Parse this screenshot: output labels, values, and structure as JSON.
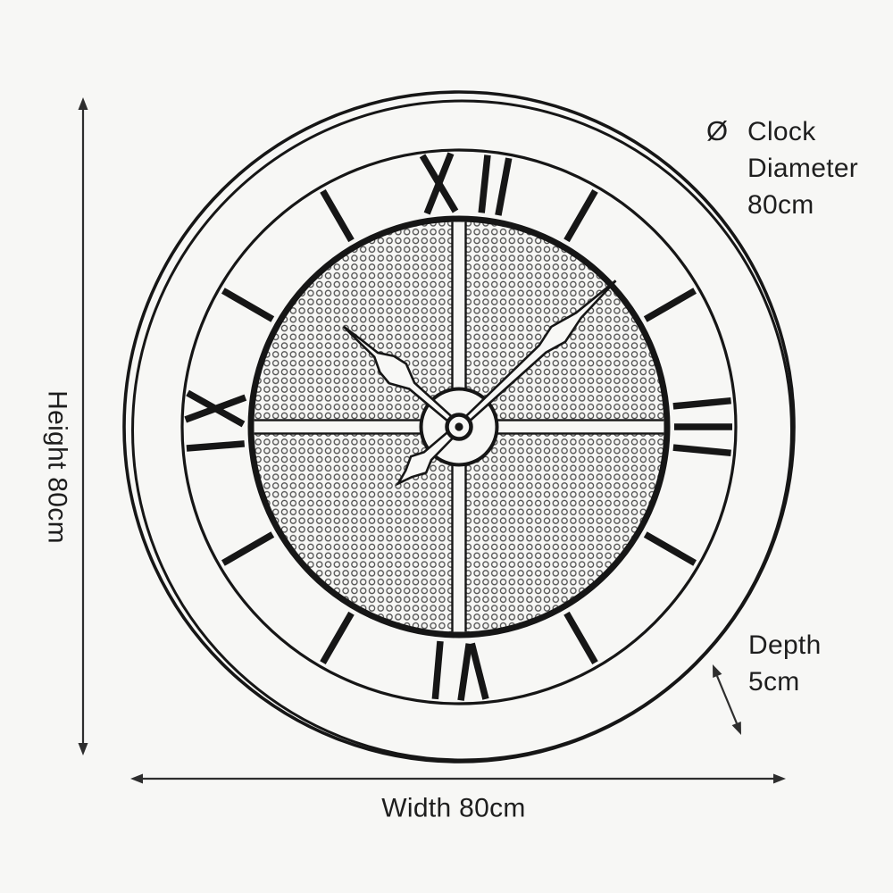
{
  "page": {
    "background_color": "#f7f7f5",
    "ink_color": "#161616",
    "dimension_arrow_color": "#2e2e2e",
    "description": "Wall clock dimension diagram"
  },
  "labels": {
    "diameter_symbol": "Ø",
    "diameter_line1": "Clock",
    "diameter_line2": "Diameter",
    "diameter_line3": "80cm",
    "height": "Height 80cm",
    "width": "Width 80cm",
    "depth_line1": "Depth",
    "depth_line2": "5cm"
  },
  "clock": {
    "numerals": [
      "XII",
      "III",
      "VI",
      "IX"
    ],
    "tick_hours": [
      1,
      2,
      4,
      5,
      7,
      8,
      10,
      11
    ],
    "hands": {
      "minute_angle_deg": 47,
      "hour_angle_deg": -49
    },
    "indicated_time_approx": "10:08",
    "face_texture": "perforated-mesh",
    "cross_bars": true
  }
}
